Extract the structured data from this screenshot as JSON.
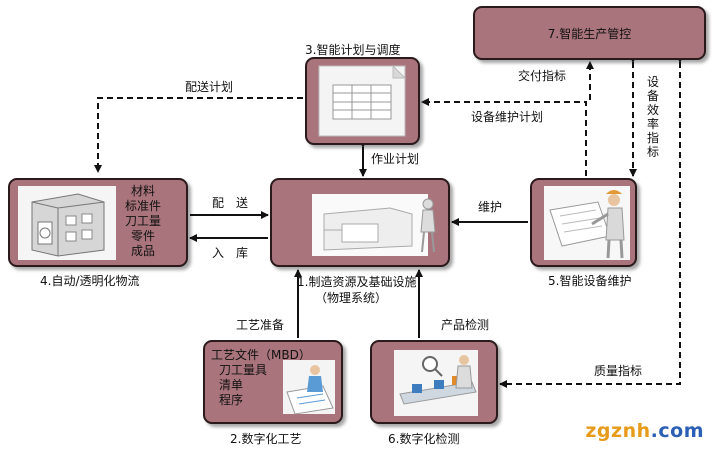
{
  "nodes": {
    "n1": {
      "title": "1.制造资源及基础设施",
      "subtitle": "（物理系统）"
    },
    "n2": {
      "title": "2.数字化工艺",
      "lines": [
        "工艺文件（MBD）",
        "刀工量具",
        "清单",
        "程序"
      ]
    },
    "n3": {
      "title": "3.智能计划与调度"
    },
    "n4": {
      "title": "4.自动/透明化物流",
      "lines": [
        "材料",
        "标准件",
        "刀工量",
        "零件",
        "成品"
      ]
    },
    "n5": {
      "title": "5.智能设备维护"
    },
    "n6": {
      "title": "6.数字化检测"
    },
    "n7": {
      "title": "7.智能生产管控"
    }
  },
  "edges": {
    "delivery_plan": "配送计划",
    "work_plan": "作业计划",
    "equipment_maintenance_plan": "设备维护计划",
    "delivery_metrics": "交付指标",
    "equipment_efficiency_metrics": [
      "设",
      "备",
      "效",
      "率",
      "指",
      "标"
    ],
    "deliver": "配　送",
    "store": "入　库",
    "maintenance": "维护",
    "process_prep": "工艺准备",
    "product_inspection": "产品检测",
    "quality_metrics": "质量指标"
  },
  "watermark": {
    "text1": "zgznh",
    "text2": ".com",
    "color1": "#e89a1a",
    "color2": "#2b5fb5"
  },
  "colors": {
    "box_fill": "#a9747c",
    "box_border": "#2a1a1c"
  }
}
